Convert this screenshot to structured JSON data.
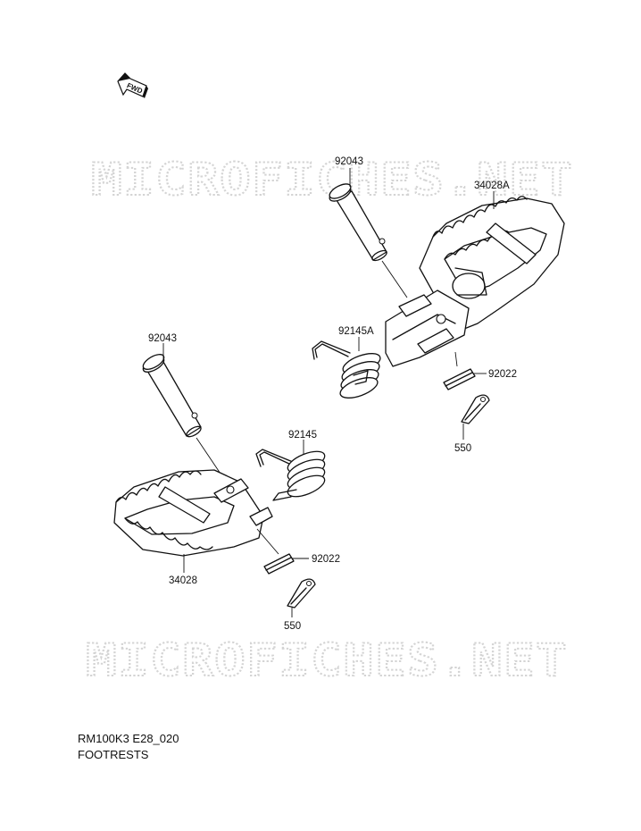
{
  "watermark": {
    "top": "MICROFICHES.NET",
    "bottom": "MICROFICHES.NET"
  },
  "fwd_arrow": {
    "label": "FWD",
    "icon": "forward-arrow-icon"
  },
  "parts": {
    "pin_top": "92043",
    "footrest_right": "34028A",
    "spring_right": "92145A",
    "washer_right": "92022",
    "cotter_right": "550",
    "pin_left": "92043",
    "spring_left": "92145",
    "washer_left": "92022",
    "footrest_left": "34028",
    "cotter_left": "550"
  },
  "caption": {
    "code": "RM100K3 E28_020",
    "title": "FOOTRESTS"
  }
}
